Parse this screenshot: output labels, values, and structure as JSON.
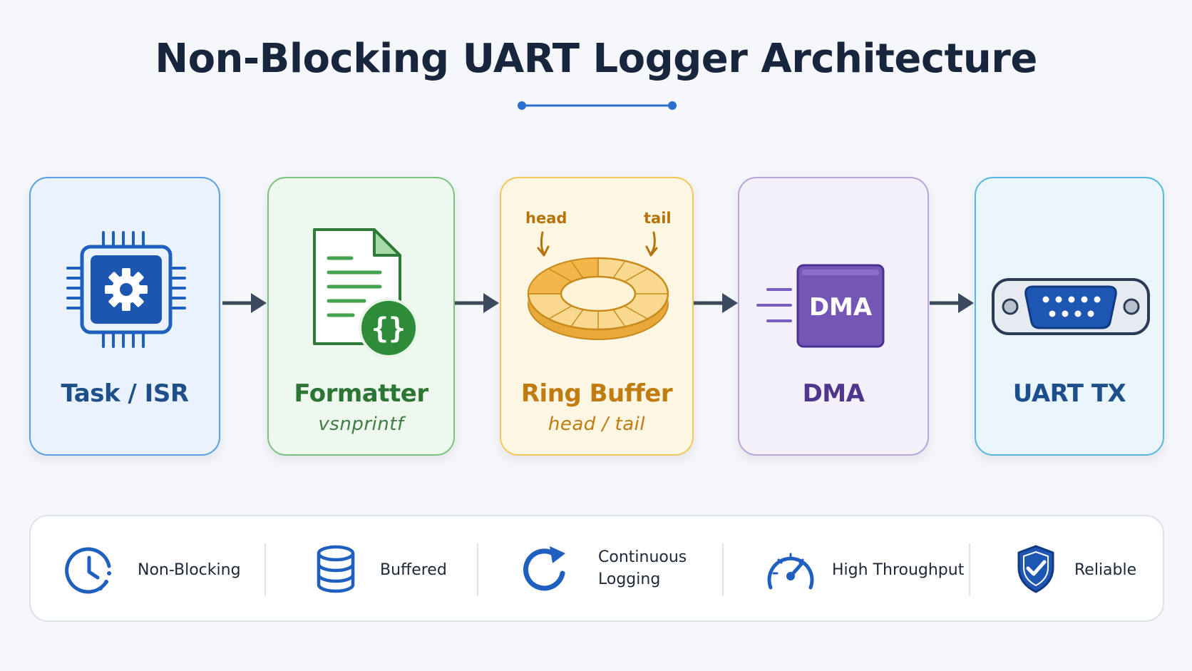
{
  "title": "Non-Blocking UART Logger Architecture",
  "stages": [
    {
      "label": "Task / ISR",
      "icon": "chip-gear-icon"
    },
    {
      "label": "Formatter",
      "sub": "vsnprintf",
      "icon": "document-braces-icon"
    },
    {
      "label": "Ring Buffer",
      "sub": "head / tail",
      "icon": "ring-buffer-icon",
      "pointer_head": "head",
      "pointer_tail": "tail"
    },
    {
      "label": "DMA",
      "icon": "dma-chip-icon",
      "chip_text": "DMA"
    },
    {
      "label": "UART TX",
      "icon": "serial-connector-icon"
    }
  ],
  "features": [
    {
      "label": "Non-Blocking",
      "icon": "clock-icon"
    },
    {
      "label": "Buffered",
      "icon": "database-icon"
    },
    {
      "label_line1": "Continuous",
      "label_line2": "Logging",
      "icon": "refresh-icon"
    },
    {
      "label": "High Throughput",
      "icon": "speedometer-icon"
    },
    {
      "label": "Reliable",
      "icon": "shield-check-icon"
    }
  ],
  "colors": {
    "title": "#17253d",
    "accent_blue": "#1e63c4",
    "arrow": "#3c4a5e",
    "task": "#5aa0e6",
    "formatter": "#7cc27f",
    "ring_buffer": "#f1c75a",
    "dma": "#b9a4dd",
    "uart": "#58b7dc"
  }
}
